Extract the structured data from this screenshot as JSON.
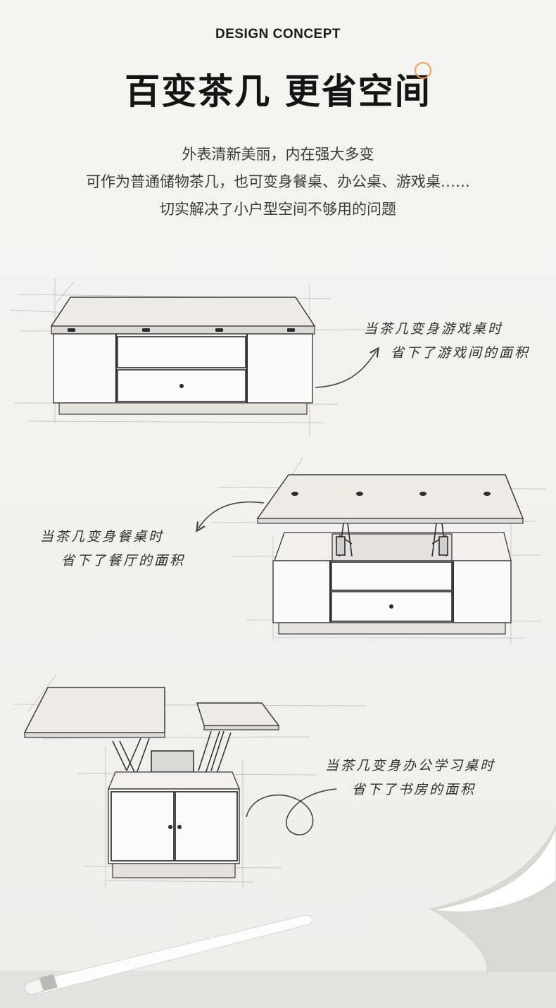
{
  "header": {
    "kicker": "DESIGN CONCEPT",
    "headline": "百变茶几 更省空间"
  },
  "intro": {
    "line1": "外表清新美丽，内在强大多变",
    "line2": "可作为普通储物茶几，也可变身餐桌、办公桌、游戏桌……",
    "line3": "切实解决了小户型空间不够用的问题"
  },
  "notes": {
    "game": {
      "line1": "当茶几变身游戏桌时",
      "line2": "省下了游戏间的面积"
    },
    "dining": {
      "line1": "当茶几变身餐桌时",
      "line2": "省下了餐厅的面积"
    },
    "office": {
      "line1": "当茶几变身办公学习桌时",
      "line2": "省下了书房的面积"
    }
  },
  "colors": {
    "accent": "#f0a24a",
    "panel": "#fafafa",
    "wood": "#e8e4df",
    "line": "#3b3b3b"
  }
}
